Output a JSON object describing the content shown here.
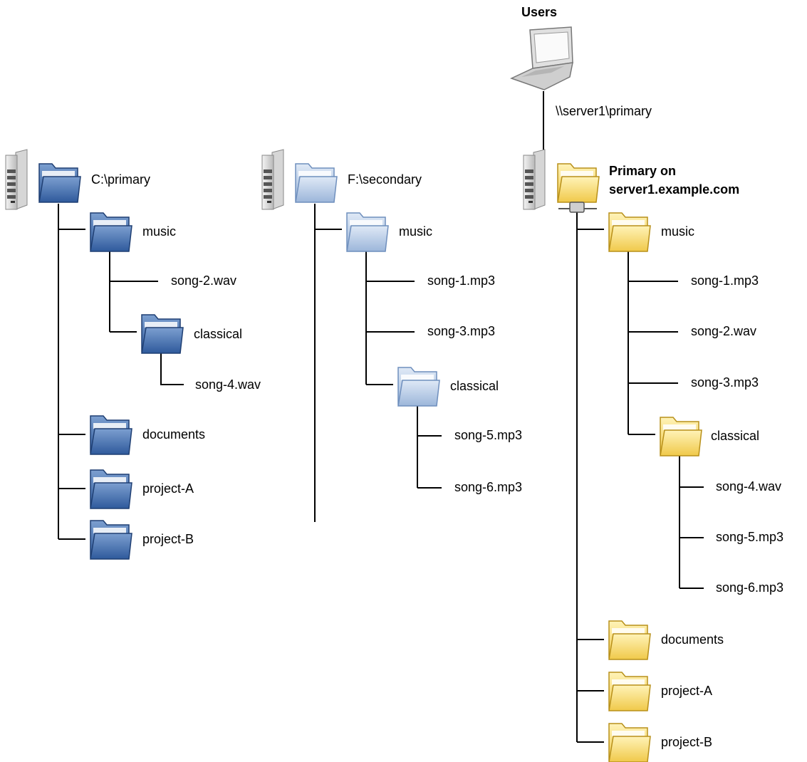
{
  "users": {
    "label": "Users",
    "path": "\\\\server1\\primary"
  },
  "trees": {
    "c_primary": {
      "root": "C:\\primary",
      "music": "music",
      "music_files": [
        "song-2.wav"
      ],
      "classical": "classical",
      "classical_files": [
        "song-4.wav"
      ],
      "others": [
        "documents",
        "project-A",
        "project-B"
      ],
      "color": "#3a64a4"
    },
    "f_secondary": {
      "root": "F:\\secondary",
      "music": "music",
      "music_files": [
        "song-1.mp3",
        "song-3.mp3"
      ],
      "classical": "classical",
      "classical_files": [
        "song-5.mp3",
        "song-6.mp3"
      ],
      "color": "#9bb5d8"
    },
    "server1": {
      "root_line1": "Primary on",
      "root_line2": "server1.example.com",
      "music": "music",
      "music_files": [
        "song-1.mp3",
        "song-2.wav",
        "song-3.mp3"
      ],
      "classical": "classical",
      "classical_files": [
        "song-4.wav",
        "song-5.mp3",
        "song-6.mp3"
      ],
      "others": [
        "documents",
        "project-A",
        "project-B"
      ],
      "color": "#f2d36a"
    }
  }
}
